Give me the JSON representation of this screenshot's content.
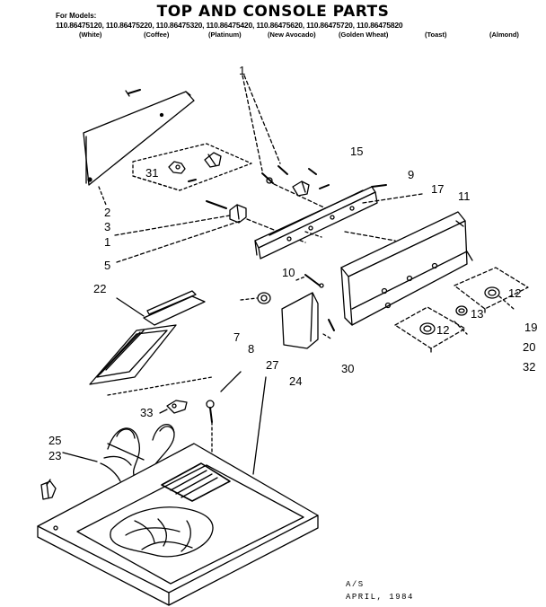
{
  "title": "TOP AND CONSOLE PARTS",
  "for_models_label": "For Models:",
  "models": [
    "110.86475120,",
    "110.86475220,",
    "110.86475320,",
    "110.86475420,",
    "110.86475620,",
    "110.86475720,",
    "110.86475820"
  ],
  "colors": [
    "(White)",
    "(Coffee)",
    "(Platinum)",
    "(New Avocado)",
    "(Golden Wheat)",
    "(Toast)",
    "(Almond)"
  ],
  "callouts": {
    "c1_top": "1",
    "c15": "15",
    "c9": "9",
    "c17": "17",
    "c11": "11",
    "c31": "31",
    "c2": "2",
    "c3": "3",
    "c1_left": "1",
    "c5": "5",
    "c10": "10",
    "c22": "22",
    "c12_right": "12",
    "c13": "13",
    "c12_low": "12",
    "c19": "19",
    "c7": "7",
    "c8": "8",
    "c30": "30",
    "c20": "20",
    "c32": "32",
    "c27": "27",
    "c24": "24",
    "c33": "33",
    "c25": "25",
    "c23": "23"
  },
  "footer": {
    "code": "A/S",
    "date": "APRIL, 1984"
  }
}
